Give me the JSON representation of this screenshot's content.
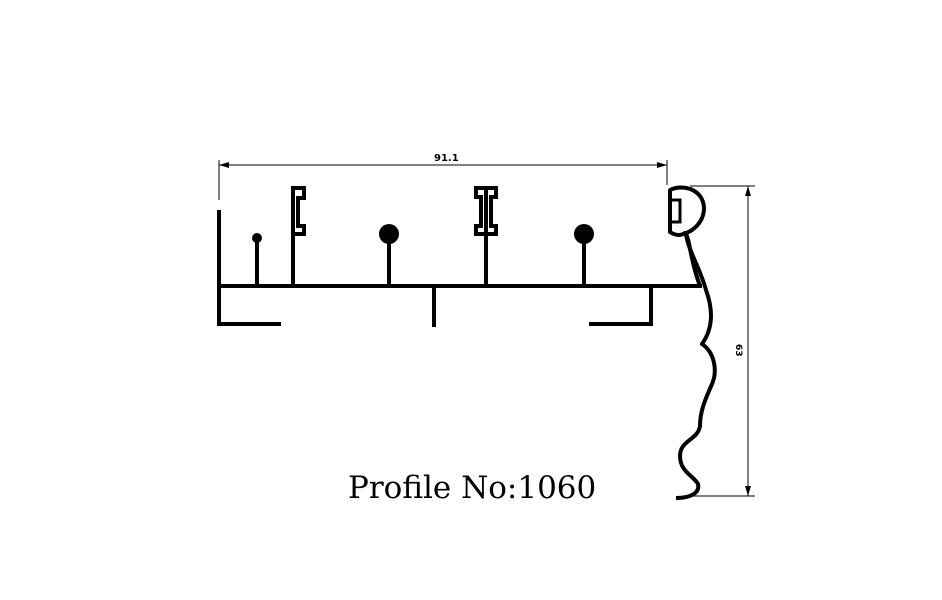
{
  "drawing": {
    "profile_label": "Profile No:1060",
    "width_dimension": "91.1",
    "height_dimension": "63",
    "stroke_color": "#000000",
    "background_color": "#ffffff"
  }
}
